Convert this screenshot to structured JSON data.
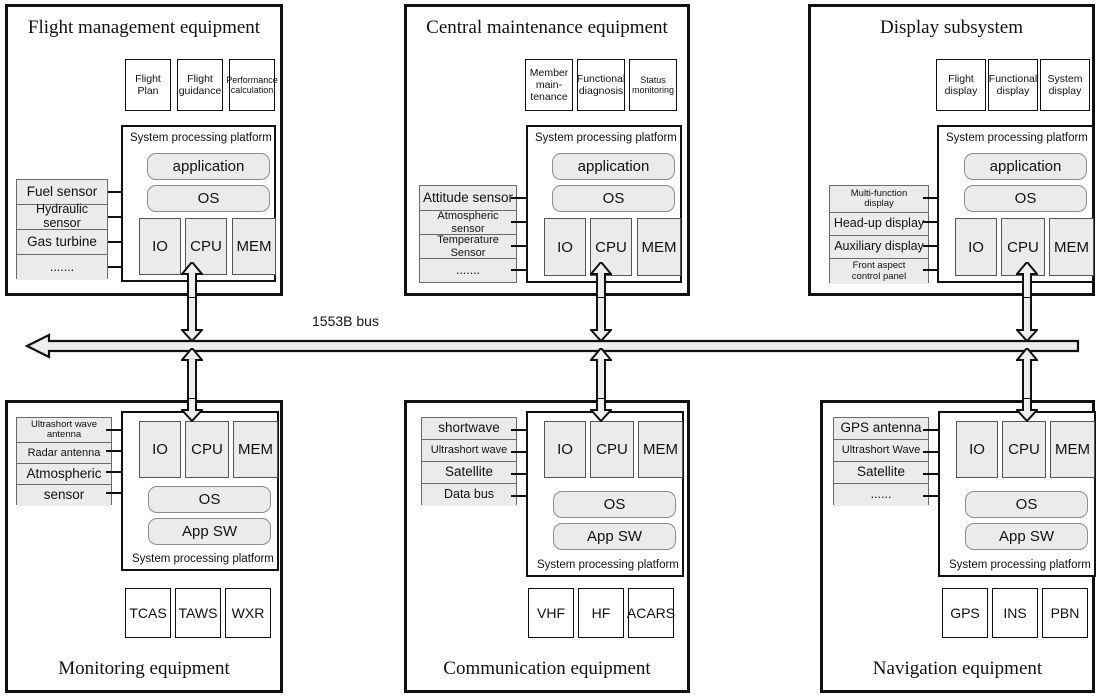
{
  "diagram": {
    "bus": {
      "label": "1553B bus"
    },
    "common": {
      "spp_label": "System processing platform",
      "application": "application",
      "os": "OS",
      "app_sw": "App SW",
      "io": "IO",
      "cpu": "CPU",
      "mem": "MEM"
    },
    "panels": [
      {
        "id": "flight-management-equipment",
        "title": "Flight management equipment",
        "title_position": "top",
        "functions": [
          "Flight\nPlan",
          "Flight\nguidance",
          "Performance\ncalculation"
        ],
        "sensors": [
          "Fuel sensor",
          "Hydraulic sensor",
          "Gas turbine",
          "......."
        ]
      },
      {
        "id": "central-maintenance-equipment",
        "title": "Central maintenance equipment",
        "title_position": "top",
        "functions": [
          "Member\nmain-\ntenance",
          "Functional\ndiagnosis",
          "Status\nmonitoring"
        ],
        "sensors": [
          "Attitude sensor",
          "Atmospheric sensor",
          "Temperature Sensor",
          "......."
        ]
      },
      {
        "id": "display-subsystem",
        "title": "Display subsystem",
        "title_position": "top",
        "functions": [
          "Flight\ndisplay",
          "Functional\ndisplay",
          "System\ndisplay"
        ],
        "sensors": [
          "Multi-function\ndisplay",
          "Head-up display",
          "Auxiliary display",
          "Front aspect\ncontrol panel"
        ]
      },
      {
        "id": "monitoring-equipment",
        "title": "Monitoring equipment",
        "title_position": "bottom",
        "functions": [
          "TCAS",
          "TAWS",
          "WXR"
        ],
        "sensors": [
          "Ultrashort wave\nantenna",
          "Radar antenna",
          "Atmospheric",
          "sensor"
        ]
      },
      {
        "id": "communication-equipment",
        "title": "Communication equipment",
        "title_position": "bottom",
        "functions": [
          "VHF",
          "HF",
          "ACARS"
        ],
        "sensors": [
          "shortwave",
          "Ultrashort wave",
          "Satellite",
          "Data bus"
        ]
      },
      {
        "id": "navigation-equipment",
        "title": "Navigation equipment",
        "title_position": "bottom",
        "functions": [
          "GPS",
          "INS",
          "PBN"
        ],
        "sensors": [
          "GPS antenna",
          "Ultrashort Wave",
          "Satellite",
          "......"
        ]
      }
    ],
    "colors": {
      "outline": "#111111",
      "module_fill": "#ebebeb",
      "module_stroke": "#6a6a6a",
      "background": "#ffffff"
    }
  }
}
